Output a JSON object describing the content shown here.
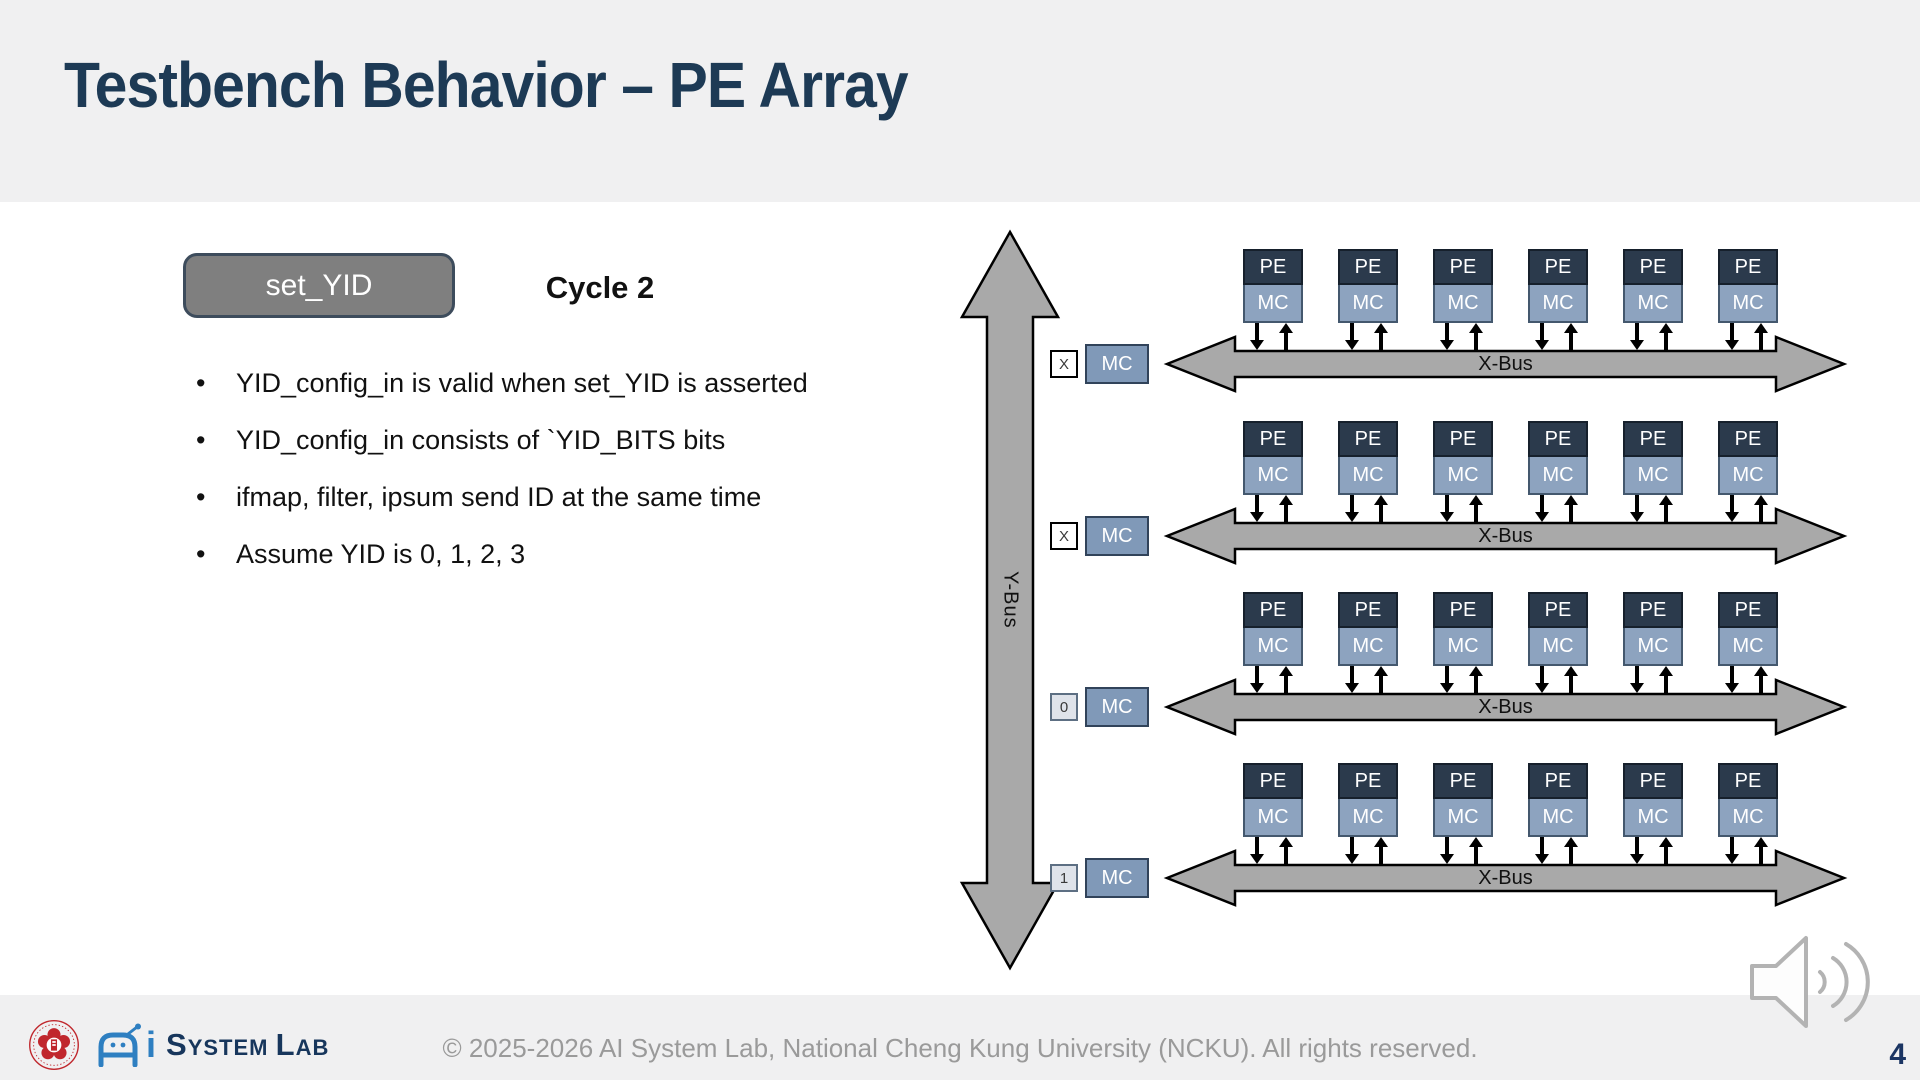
{
  "slide": {
    "title": "Testbench Behavior – PE Array",
    "page_number": "4",
    "copyright": "© 2025-2026 AI System Lab, National Cheng Kung University (NCKU). All rights reserved.",
    "logo": {
      "i_glyph": "i",
      "word1_big": "S",
      "word1_rest": "YSTEM",
      "word2_big": "L",
      "word2_rest": "AB"
    }
  },
  "content": {
    "signal_button": "set_YID",
    "cycle_label": "Cycle 2",
    "bullets": [
      "YID_config_in is valid when set_YID is asserted",
      "YID_config_in consists of `YID_BITS bits",
      "ifmap, filter, ipsum send ID at the same time",
      "Assume YID is 0, 1, 2, 3"
    ]
  },
  "diagram": {
    "y_bus_label": "Y-Bus",
    "x_bus_label": "X-Bus",
    "pe_label": "PE",
    "mc_label": "MC",
    "columns_per_row": 6,
    "rows": [
      {
        "tag": "X"
      },
      {
        "tag": "X"
      },
      {
        "tag": "0"
      },
      {
        "tag": "1"
      }
    ]
  },
  "colors": {
    "title_navy": "#1d3a55",
    "pe_fill": "#2b3a4c",
    "mc_fill": "#8da3bf",
    "bus_gray": "#a9a9a9",
    "button_gray": "#7f7f7f",
    "band_gray": "#f0f0f1",
    "page_number_navy": "#1b3563",
    "logo_blue": "#2e7fc1",
    "logo_navy": "#17365c",
    "seal_red": "#c0272d",
    "copyright_gray": "#9a9a9a"
  }
}
